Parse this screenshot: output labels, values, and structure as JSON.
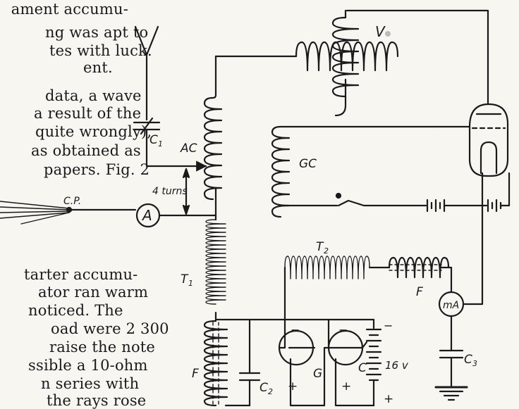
{
  "article": {
    "para1": [
      "ament accumu-",
      "ng was apt to",
      "tes with luck.",
      "ent."
    ],
    "para2": [
      "data, a wave",
      "a result of the",
      "quite wrongly),",
      "as obtained as",
      "papers. Fig. 2"
    ],
    "para3": [
      "tarter accumu-",
      "ator ran warm",
      "noticed.  The",
      "oad were 2 300",
      "raise the note",
      "ssible a 10-ohm",
      "n  series  with",
      "the  rays  rose"
    ]
  },
  "diagram": {
    "labels": {
      "v": "V",
      "c1_letter": "C",
      "c1_sub": "1",
      "ac": "AC",
      "gc": "GC",
      "turns": "4 turns",
      "cp": "C.P.",
      "ammeter": "A",
      "t1_letter": "T",
      "t1_sub": "1",
      "t2_letter": "T",
      "t2_sub": "2",
      "f_right": "F",
      "f_left": "F",
      "ma": "mA",
      "c3_letter": "C",
      "c3_sub": "3",
      "c2_letter": "C",
      "c2_sub": "2",
      "g": "G",
      "c_right": "C",
      "battery": "16 v",
      "minus": "−",
      "plus": "+"
    }
  }
}
